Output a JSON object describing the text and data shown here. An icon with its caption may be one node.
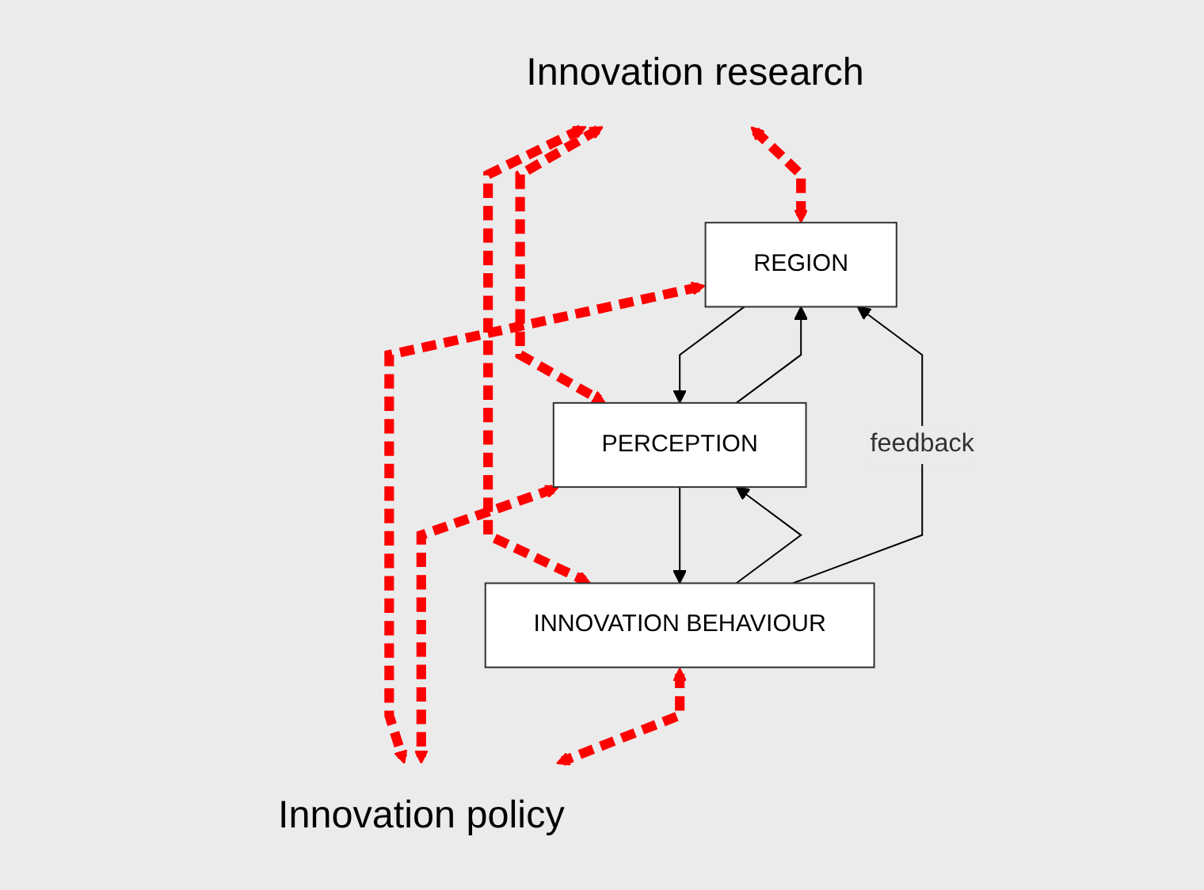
{
  "diagram": {
    "nodes": [
      {
        "text": [
          "Innovation research"
        ]
      },
      {
        "text": [
          "REGION"
        ]
      },
      {
        "text": [
          "PERCEPTION"
        ]
      },
      {
        "text": [
          "INNOVATION BEHAVIOUR"
        ]
      },
      {
        "text": [
          "Innovation policy"
        ]
      }
    ],
    "edges": [
      {
        "from": 0,
        "to": 1,
        "arrow": "both",
        "style": "dashed",
        "color": "#ff0000"
      },
      {
        "from": 0,
        "to": 2,
        "arrow": "both",
        "style": "dashed",
        "color": "#ff0000"
      },
      {
        "from": 0,
        "to": 3,
        "arrow": "both",
        "style": "dashed",
        "color": "#ff0000"
      },
      {
        "from": 1,
        "to": 2,
        "arrow": "to",
        "color": "#000000"
      },
      {
        "from": 2,
        "to": 1,
        "arrow": "to",
        "color": "#000000"
      },
      {
        "from": 2,
        "to": 3,
        "arrow": "to",
        "color": "#000000"
      },
      {
        "from": 3,
        "to": 2,
        "arrow": "to",
        "color": "#000000"
      },
      {
        "from": 3,
        "to": 1,
        "arrow": "to",
        "label": "feedback",
        "color": "#000000"
      },
      {
        "from": 4,
        "to": 1,
        "arrow": "both",
        "style": "dashed",
        "color": "#ff0000"
      },
      {
        "from": 4,
        "to": 2,
        "arrow": "both",
        "style": "dashed",
        "color": "#ff0000"
      },
      {
        "from": 4,
        "to": 3,
        "arrow": "both",
        "style": "dashed",
        "color": "#ff0000"
      }
    ]
  }
}
